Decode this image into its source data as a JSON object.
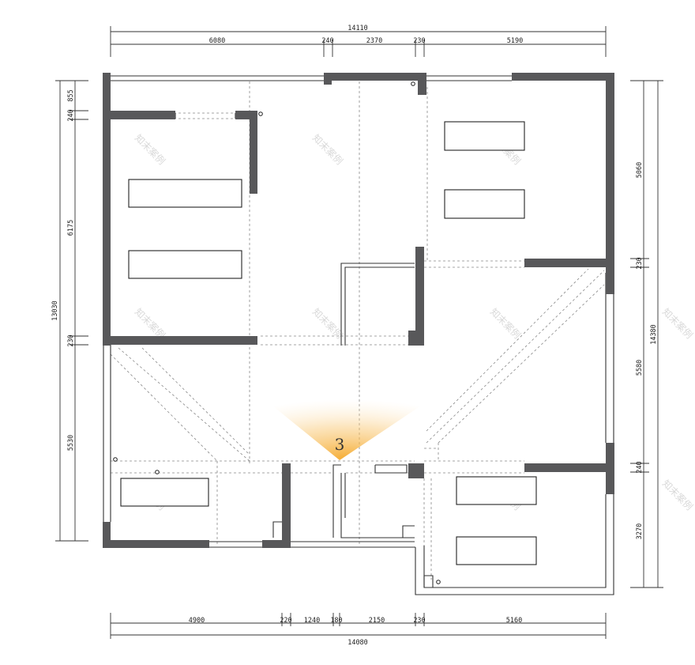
{
  "dimensions": {
    "top_total": "14110",
    "top_segments": [
      "6080",
      "240",
      "2370",
      "230",
      "5190"
    ],
    "bottom_segments": [
      "4900",
      "220",
      "1240",
      "180",
      "2150",
      "230",
      "5160"
    ],
    "bottom_total": "14080",
    "left_total": "13030",
    "left_segments": [
      "855",
      "240",
      "6175",
      "230",
      "5530"
    ],
    "right_segments": [
      "5060",
      "230",
      "5580",
      "240",
      "3270"
    ],
    "right_total": "14380"
  },
  "view_marker": {
    "label": "3"
  },
  "watermark": {
    "text": "知末案例"
  },
  "colors": {
    "wall": "#58585a",
    "view_cone": "#f5a623",
    "line": "#333333"
  }
}
